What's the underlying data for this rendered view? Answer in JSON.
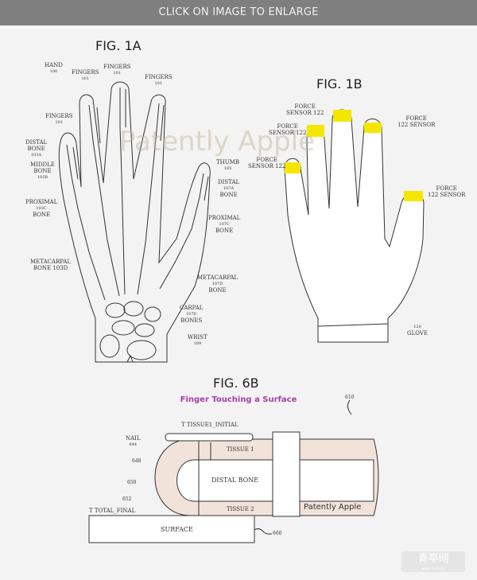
{
  "topbar": {
    "text": "CLICK ON IMAGE TO ENLARGE"
  },
  "fig1a": {
    "title": "FIG. 1A",
    "labels": {
      "hand": [
        "HAND",
        "100"
      ],
      "fingers": [
        "FINGERS",
        "101"
      ],
      "distal": [
        "DISTAL",
        "BONE",
        "103A"
      ],
      "middle": [
        "MIDDLE",
        "BONE",
        "103B"
      ],
      "proximal": [
        "PROXIMAL",
        "103C",
        "BONE"
      ],
      "metacarpal": [
        "METACARPAL",
        "BONE 103D"
      ],
      "thumb": [
        "THUMB",
        "105"
      ],
      "distal_thumb": [
        "DISTAL",
        "107A",
        "BONE"
      ],
      "proximal_thumb": [
        "PROXIMAL",
        "107C",
        "BONE"
      ],
      "metacarpal_thumb": [
        "METACARPAL",
        "107D",
        "BONE"
      ],
      "carpal": [
        "CARPAL",
        "107E",
        "BONES"
      ],
      "wrist": [
        "WRIST",
        "109"
      ]
    }
  },
  "fig1b": {
    "title": "FIG. 1B",
    "force_sensor": [
      "FORCE",
      "SENSOR 122"
    ],
    "force_sensor_right": [
      "FORCE",
      "122 SENSOR"
    ],
    "glove": [
      "120",
      "GLOVE"
    ],
    "sensor_color": "#f5e600"
  },
  "fig6b": {
    "title": "FIG. 6B",
    "subtitle": "Finger Touching a Surface",
    "ref": "610",
    "tissue1_initial": "T TISSUE1_INITIAL",
    "nail": [
      "NAIL",
      "644"
    ],
    "n648": "648",
    "n650": "650",
    "n652": "652",
    "total_final": "T TOTAL_FINAL",
    "tissue1": "TISSUE 1",
    "distal_bone": "DISTAL BONE",
    "tissue2": "TISSUE 2",
    "surface": "SURFACE",
    "n660": "660",
    "watermark": "Patently Apple",
    "tissue_color": "#f1e2da"
  },
  "watermark": "Patently Apple",
  "logo": {
    "text": "青亭网",
    "url_text": "www.7tin.cn"
  }
}
